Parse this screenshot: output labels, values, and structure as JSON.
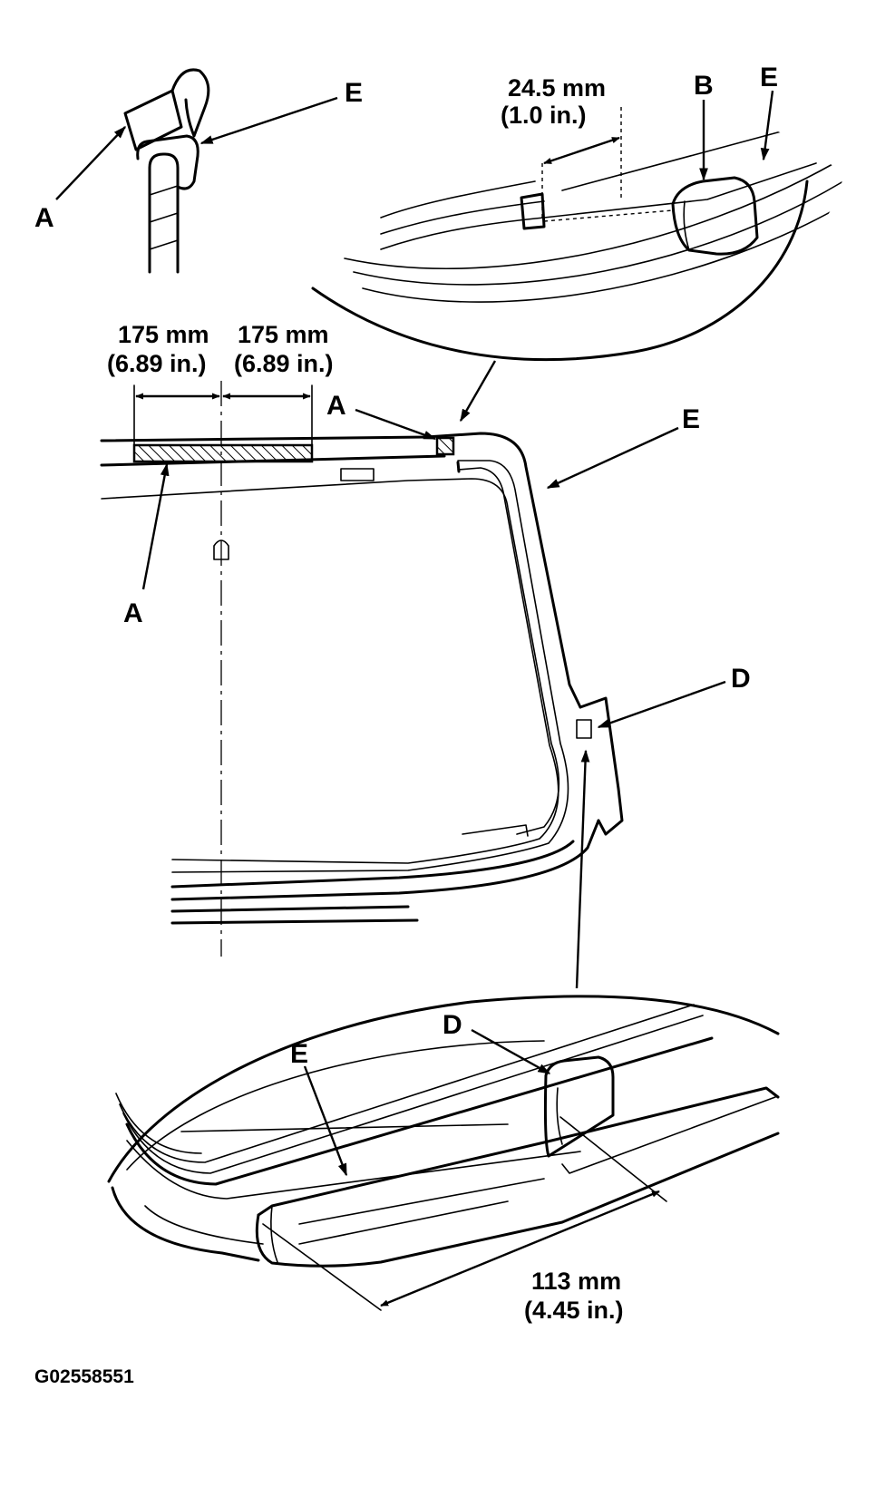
{
  "labels": {
    "a_detail": "A",
    "e_detail": "E",
    "b_top": "B",
    "e_top": "E",
    "a_top_mark": "A",
    "e_windshield": "E",
    "a_windshield": "A",
    "d_pillar": "D",
    "d_bottom": "D",
    "e_bottom": "E"
  },
  "dimensions": {
    "top_mm": "24.5 mm",
    "top_in": "(1.0 in.)",
    "left_mm": "175 mm",
    "left_in": "(6.89 in.)",
    "right_mm": "175 mm",
    "right_in": "(6.89 in.)",
    "bottom_mm": "113 mm",
    "bottom_in": "(4.45 in.)"
  },
  "figure_id": "G02558551"
}
